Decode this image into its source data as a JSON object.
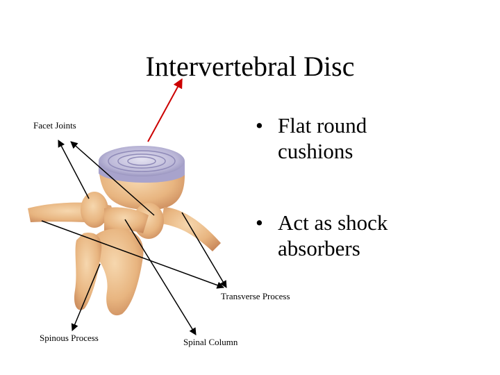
{
  "slide": {
    "title": "Intervertebral Disc",
    "bullets": [
      {
        "line1": "Flat round",
        "line2": "cushions"
      },
      {
        "line1": "Act as shock",
        "line2": "absorbers"
      }
    ],
    "bullet_glyph": "•"
  },
  "labels": {
    "facet_joints": "Facet Joints",
    "transverse_process": "Transverse Process",
    "spinous_process": "Spinous Process",
    "spinal_column": "Spinal Column"
  },
  "colors": {
    "bone": "#e8b580",
    "bone_shadow": "#c9885a",
    "disc": "#b9b5d6",
    "disc_ring": "#8f8ab8",
    "title_arrow": "#cc0000",
    "label_arrow": "#000000"
  }
}
